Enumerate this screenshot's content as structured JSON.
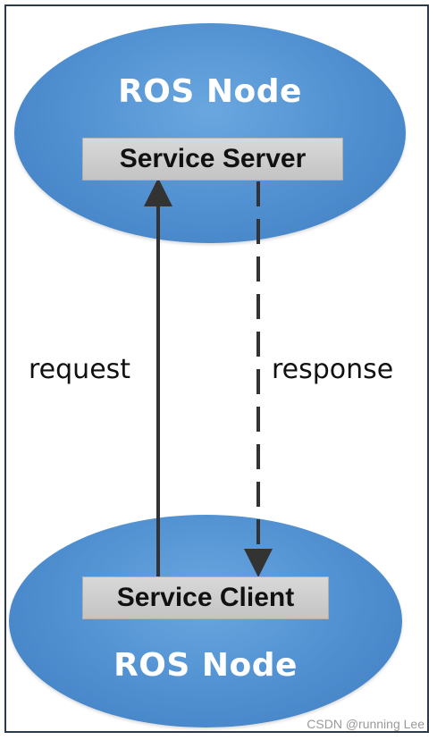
{
  "diagram": {
    "top_node": {
      "title": "ROS Node",
      "component": "Service Server"
    },
    "bottom_node": {
      "title": "ROS Node",
      "component": "Service Client"
    },
    "edges": [
      {
        "label": "request",
        "from": "Service Client",
        "to": "Service Server",
        "style": "solid"
      },
      {
        "label": "response",
        "from": "Service Server",
        "to": "Service Client",
        "style": "dashed"
      }
    ],
    "colors": {
      "node_fill": "#4f8fd0",
      "node_text": "#ffffff",
      "box_fill": "#cfcfcf",
      "arrow": "#333333"
    },
    "watermark": "CSDN @running Lee"
  }
}
